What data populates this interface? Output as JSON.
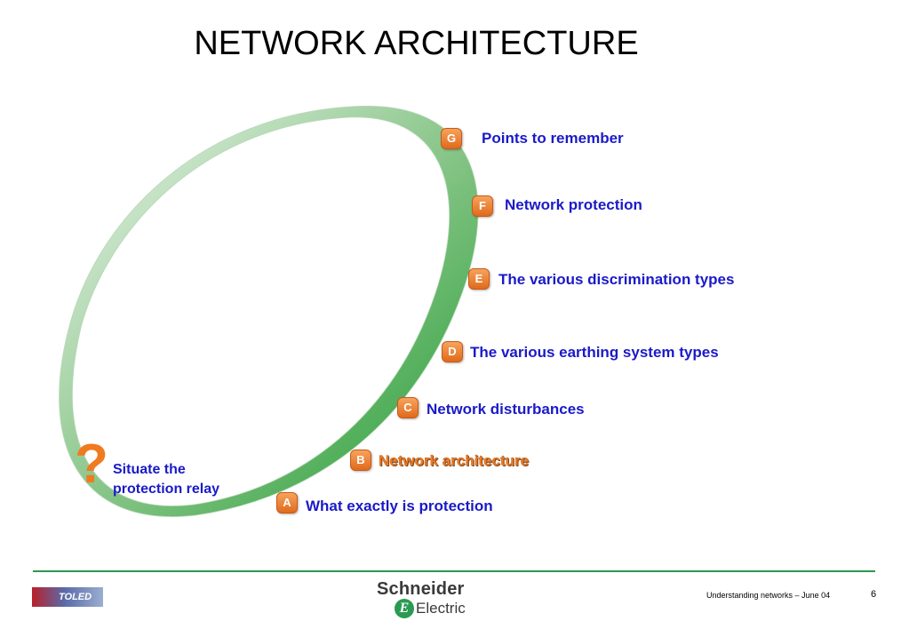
{
  "title": "NETWORK ARCHITECTURE",
  "items": [
    {
      "letter": "G",
      "label": "Points to remember"
    },
    {
      "letter": "F",
      "label": "Network protection"
    },
    {
      "letter": "E",
      "label": "The various discrimination types"
    },
    {
      "letter": "D",
      "label": "The various earthing system types"
    },
    {
      "letter": "C",
      "label": "Network disturbances"
    },
    {
      "letter": "B",
      "label": "Network architecture",
      "active": true
    },
    {
      "letter": "A",
      "label": "What exactly is protection"
    }
  ],
  "question": {
    "mark": "?",
    "line1": "Situate the",
    "line2": "protection relay"
  },
  "footer": {
    "toled": "TOLED",
    "logo_top": "Schneider",
    "logo_icon": "E",
    "logo_bottom": "Electric",
    "caption": "Understanding networks – June 04",
    "page": "6"
  },
  "colors": {
    "accent": "#2a9a52",
    "label": "#1a1ac8",
    "badge": "#f07a20"
  }
}
